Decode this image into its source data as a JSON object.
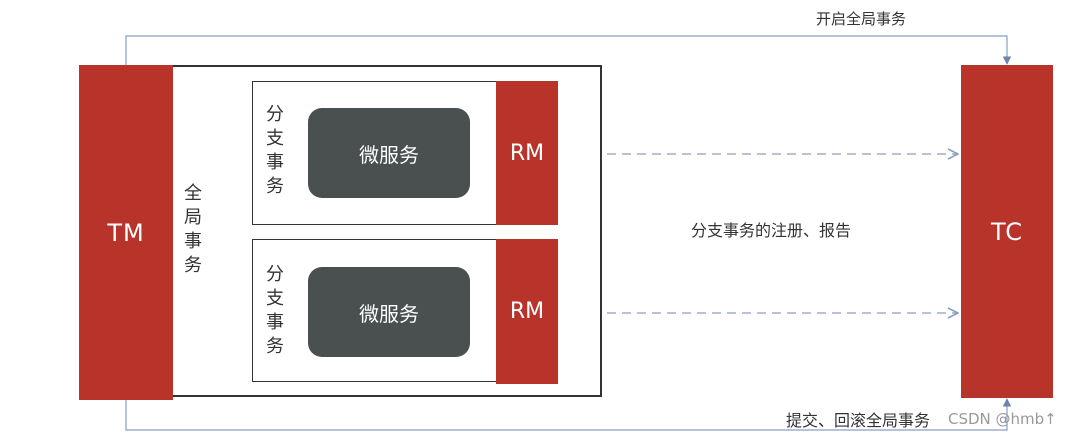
{
  "diagram": {
    "tm_label": "TM",
    "tc_label": "TC",
    "global_tx_label": "全局事务",
    "branches": [
      {
        "label": "分支事务",
        "service_label": "微服务",
        "rm_label": "RM"
      },
      {
        "label": "分支事务",
        "service_label": "微服务",
        "rm_label": "RM"
      }
    ],
    "arrows": {
      "start_global_tx": "开启全局事务",
      "branch_register_report": "分支事务的注册、报告",
      "commit_rollback": "提交、回滚全局事务"
    },
    "watermark": "CSDN @hmb↑",
    "colors": {
      "red": "#b8332a",
      "service": "#4a4f4f",
      "arrow_blue": "#8a9ec0"
    }
  }
}
